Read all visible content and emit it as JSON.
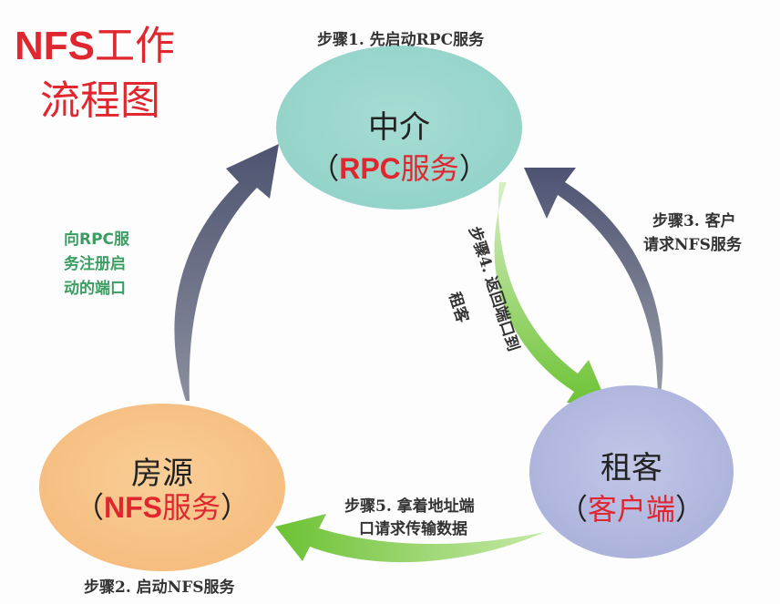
{
  "title": {
    "line1_latin": "NFS",
    "line1_cjk": "工作",
    "line2": "流程图"
  },
  "nodes": {
    "rpc": {
      "name": "中介",
      "open": "（",
      "sub_bold": "RPC",
      "sub_rest": "服务",
      "close": "）",
      "color": "#9ed8cf"
    },
    "nfs": {
      "name": "房源",
      "open": "（",
      "sub_bold": "NFS",
      "sub_rest": "服务",
      "close": "）",
      "color": "#f7c48a"
    },
    "client": {
      "name": "租客",
      "open": "（",
      "sub_bold": "",
      "sub_rest": "客户端",
      "close": "）",
      "color": "#b8bfe2"
    }
  },
  "steps": {
    "step1": "步骤1. 先启动RPC服务",
    "step2": "步骤2. 启动NFS服务",
    "step3_line1": "步骤3. 客户",
    "step3_line2": "请求NFS服务",
    "step4_line1": "步骤4. 返回端口到",
    "step4_line2": "租客",
    "step5_line1": "步骤5. 拿着地址端",
    "step5_line2": "口请求传输数据"
  },
  "register_note": {
    "line1": "向RPC服",
    "line2": "务注册启",
    "line3": "动的端口"
  },
  "colors": {
    "title_red": "#e0262e",
    "arrow_gray": "#5a5f78",
    "arrow_green": "#78c93e",
    "note_green": "#3a9e62"
  }
}
